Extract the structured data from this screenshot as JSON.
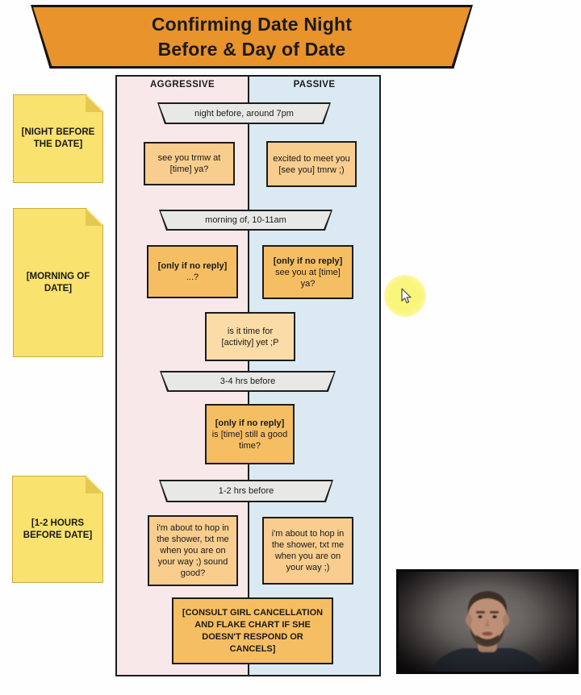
{
  "banner": {
    "title_line1": "Confirming Date Night",
    "title_line2": "Before & Day of Date"
  },
  "flowchart": {
    "column_headers": {
      "aggressive": "AGGRESSIVE",
      "passive": "PASSIVE"
    },
    "milestones": [
      "night before, around 7pm",
      "morning of, 10-11am",
      "3-4 hrs before",
      "1-2 hrs before"
    ],
    "messages": {
      "night_aggressive": "see you trmw at [time] ya?",
      "night_passive": "excited to meet you [see you] tmrw ;)",
      "morning_aggressive": {
        "bold": "[only if no reply]",
        "text": "...?"
      },
      "morning_passive": {
        "bold": "[only if no reply]",
        "text": "see you at [time] ya?"
      },
      "midday_center": "is it time for [activity] yet ;P",
      "pre_date_center": {
        "bold": "[only if no reply]",
        "text": "is [time] still a good time?"
      },
      "final_aggressive": "i'm about to hop in the shower, txt me when you are on your way ;) sound good?",
      "final_passive": "i'm about to hop in the shower, txt me when you are on your way ;)",
      "fallback_note": "[CONSULT GIRL CANCELLATION AND FLAKE CHART IF SHE DOESN'T RESPOND OR CANCELS]"
    }
  },
  "sticky_notes": [
    {
      "label": "[NIGHT BEFORE THE DATE]"
    },
    {
      "label": "[MORNING OF DATE]"
    },
    {
      "label": "[1-2 HOURS BEFORE DATE]"
    }
  ],
  "colors": {
    "banner_orange": "#E8932C",
    "message_light": "#F8CD8E",
    "message_medium": "#F6BE63",
    "message_pale": "#FBDCA6",
    "aggressive_bg": "#F9E8EA",
    "passive_bg": "#DBEAF2",
    "milestone_gray": "#E8E9E6",
    "sticky_yellow": "#F9E26E",
    "cursor_highlight": "#FAF570"
  }
}
